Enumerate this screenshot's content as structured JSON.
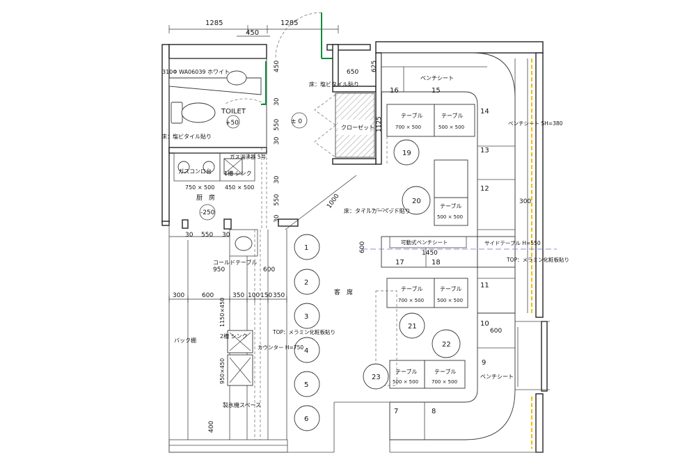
{
  "dimensions": {
    "top_left": "1285",
    "top_mid": "450",
    "top_right": "1285",
    "d450": "450",
    "d650": "650",
    "d625": "625",
    "v30a": "30",
    "v550a": "550",
    "v30b": "30",
    "v30c": "30",
    "v550b": "550",
    "v30d": "30",
    "v1125": "1125",
    "v1000": "1000",
    "v300r": "300",
    "v600": "600",
    "v1450": "1450",
    "h30a": "30",
    "h550": "550",
    "h30b": "30",
    "h950": "950",
    "h600": "600",
    "row300": "300",
    "row600": "600",
    "row350": "350",
    "row100": "100",
    "row150": "150",
    "row350b": "350",
    "v1150x450": "1150×450",
    "v950x450": "950×450",
    "v400": "400",
    "d600b": "600"
  },
  "labels": {
    "washbasin": "310Φ WA06039 ホワイト",
    "floor_vinyl_top": "床：塩ビタイル貼り",
    "toilet": "TOILET",
    "toilet_level": "+50",
    "floor_zero": "± 0",
    "closet": "クローゼット",
    "floor_vinyl_left": "床：塩ビタイル貼り",
    "water_heater": "ガス湯沸器 5号",
    "gas_stove": "ガスコンロ台",
    "sink1": "1槽 シンク",
    "size750": "750 × 500",
    "size450": "450 × 500",
    "kitchen": "厨　房",
    "kitchen_level": "-250",
    "floor_carpet": "床：タイルカーペット貼り",
    "cold_table": "コールドテーブル",
    "guest": "客　席",
    "top_melamine1": "TOP：メラミン化粧板貼り",
    "counter": "カウンター H=750",
    "sink2": "2槽 シンク",
    "back_shelf": "バック棚",
    "ice_space": "製氷機スペース",
    "bench_top": "ベンチシート",
    "bench_right": "ベンチシート SH=380",
    "movable_bench": "可動式ベンチシート",
    "side_table": "サイドテーブル H=550",
    "top_melamine2": "TOP：メラミン化粧板貼り",
    "bench_bottom": "ベンチシート"
  },
  "tables": [
    {
      "name": "テーブル",
      "size": "700 × 500"
    },
    {
      "name": "テーブル",
      "size": "500 × 500"
    },
    {
      "name": "テーブル",
      "size": "500 × 500"
    },
    {
      "name": "テーブル",
      "size": "700 × 500"
    },
    {
      "name": "テーブル",
      "size": "500 × 500"
    },
    {
      "name": "テーブル",
      "size": "500 × 500"
    },
    {
      "name": "テーブル",
      "size": "700 × 500"
    }
  ],
  "seat_numbers": [
    "1",
    "2",
    "3",
    "4",
    "5",
    "6",
    "7",
    "8",
    "9",
    "10",
    "11",
    "12",
    "13",
    "14",
    "15",
    "16",
    "17",
    "18",
    "19",
    "20",
    "21",
    "22",
    "23"
  ],
  "colors": {
    "ink": "#222222",
    "door_green": "#0a8a3a",
    "wall_yellow": "#f2c200",
    "axis_blue": "#6a6ad8"
  }
}
